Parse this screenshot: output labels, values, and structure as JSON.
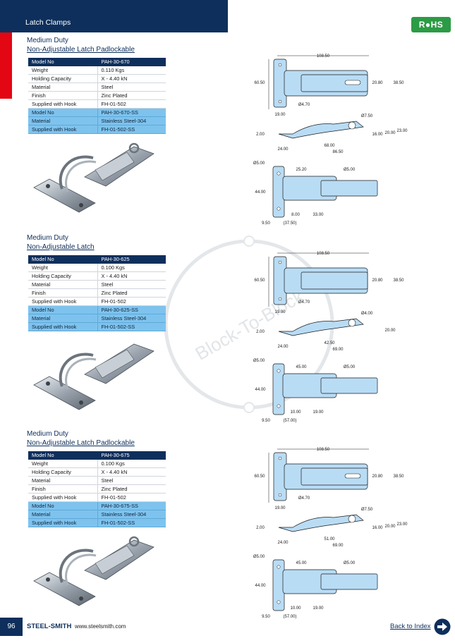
{
  "header": {
    "title": "Latch Clamps",
    "badge": "R●HS"
  },
  "sections": [
    {
      "subtitle": "Medium Duty",
      "name": "Non-Adjustable Latch Padlockable",
      "rows": [
        [
          "Model No",
          "PAH-30-670"
        ],
        [
          "Weight",
          "0.110 Kgs"
        ],
        [
          "Holding Capacity",
          "X - 4.40 kN"
        ],
        [
          "Material",
          "Steel"
        ],
        [
          "Finish",
          "Zinc Plated"
        ],
        [
          "Supplied with Hook",
          "FH-01-502"
        ],
        [
          "Model No",
          "PAH-30-670-SS"
        ],
        [
          "Material",
          "Stainless Steel-304"
        ],
        [
          "Supplied with Hook",
          "FH-01-502-SS"
        ]
      ],
      "dims": {
        "top": {
          "width": "108.50",
          "height": "60.50",
          "d1": "20.80",
          "d2": "38.50",
          "hole": "Ø4.70",
          "left": "19.00"
        },
        "side": {
          "pin": "Ø7.50",
          "h1": "16.00",
          "h2": "20.00",
          "h3": "23.00",
          "t": "2.00",
          "a": "24.00",
          "b": "68.00",
          "c": "86.50"
        },
        "hook": {
          "hole1": "Ø5.00",
          "w": "25.20",
          "hole2": "Ø5.00",
          "h": "44.00",
          "a": "8.00",
          "b": "33.00",
          "c": "9.50",
          "d": "(37.50)"
        }
      }
    },
    {
      "subtitle": "Medium Duty",
      "name": "Non-Adjustable Latch",
      "rows": [
        [
          "Model No",
          "PAH-30-625"
        ],
        [
          "Weight",
          "0.100 Kgs"
        ],
        [
          "Holding Capacity",
          "X - 4.40 kN"
        ],
        [
          "Material",
          "Steel"
        ],
        [
          "Finish",
          "Zinc Plated"
        ],
        [
          "Supplied with Hook",
          "FH-01-502"
        ],
        [
          "Model No",
          "PAH-30-625-SS"
        ],
        [
          "Material",
          "Stainless Steel-304"
        ],
        [
          "Supplied with Hook",
          "FH-01-502-SS"
        ]
      ],
      "dims": {
        "top": {
          "width": "108.50",
          "height": "60.50",
          "d1": "20.80",
          "d2": "38.50",
          "hole": "Ø4.70",
          "left": "19.00"
        },
        "side": {
          "pin": "Ø4.00",
          "h1": "",
          "h2": "20.00",
          "h3": "",
          "t": "2.00",
          "a": "24.00",
          "b": "42.50",
          "c": "69.00"
        },
        "hook": {
          "hole1": "Ø5.00",
          "w": "45.00",
          "hole2": "Ø5.00",
          "h": "44.00",
          "a": "10.00",
          "b": "19.00",
          "c": "9.50",
          "d": "(57.00)"
        }
      }
    },
    {
      "subtitle": "Medium Duty",
      "name": "Non-Adjustable Latch Padlockable",
      "rows": [
        [
          "Model No",
          "PAH-30-675"
        ],
        [
          "Weight",
          "0.100 Kgs"
        ],
        [
          "Holding Capacity",
          "X - 4.40 kN"
        ],
        [
          "Material",
          "Steel"
        ],
        [
          "Finish",
          "Zinc Plated"
        ],
        [
          "Supplied with Hook",
          "FH-01-502"
        ],
        [
          "Model No",
          "PAH-30-675-SS"
        ],
        [
          "Material",
          "Stainless Steel-304"
        ],
        [
          "Supplied with Hook",
          "FH-01-502-SS"
        ]
      ],
      "dims": {
        "top": {
          "width": "108.50",
          "height": "60.50",
          "d1": "20.80",
          "d2": "38.50",
          "hole": "Ø4.70",
          "left": "19.00"
        },
        "side": {
          "pin": "Ø7.50",
          "h1": "16.00",
          "h2": "20.00",
          "h3": "23.00",
          "t": "2.00",
          "a": "24.00",
          "b": "51.00",
          "c": "69.00"
        },
        "hook": {
          "hole1": "Ø5.00",
          "w": "45.00",
          "hole2": "Ø5.00",
          "h": "44.00",
          "a": "10.00",
          "b": "19.00",
          "c": "9.50",
          "d": "(57.00)"
        }
      }
    }
  ],
  "watermark": "Block-To-Block",
  "footer": {
    "page": "96",
    "brand": "STEEL-SMITH",
    "site": "www.steelsmith.com",
    "back": "Back to Index"
  },
  "colors": {
    "navy": "#0e2f5c",
    "red": "#e30613",
    "green": "#2c9b45",
    "light_blue": "#7ec3ee",
    "part_blue": "#b9dcf5"
  }
}
